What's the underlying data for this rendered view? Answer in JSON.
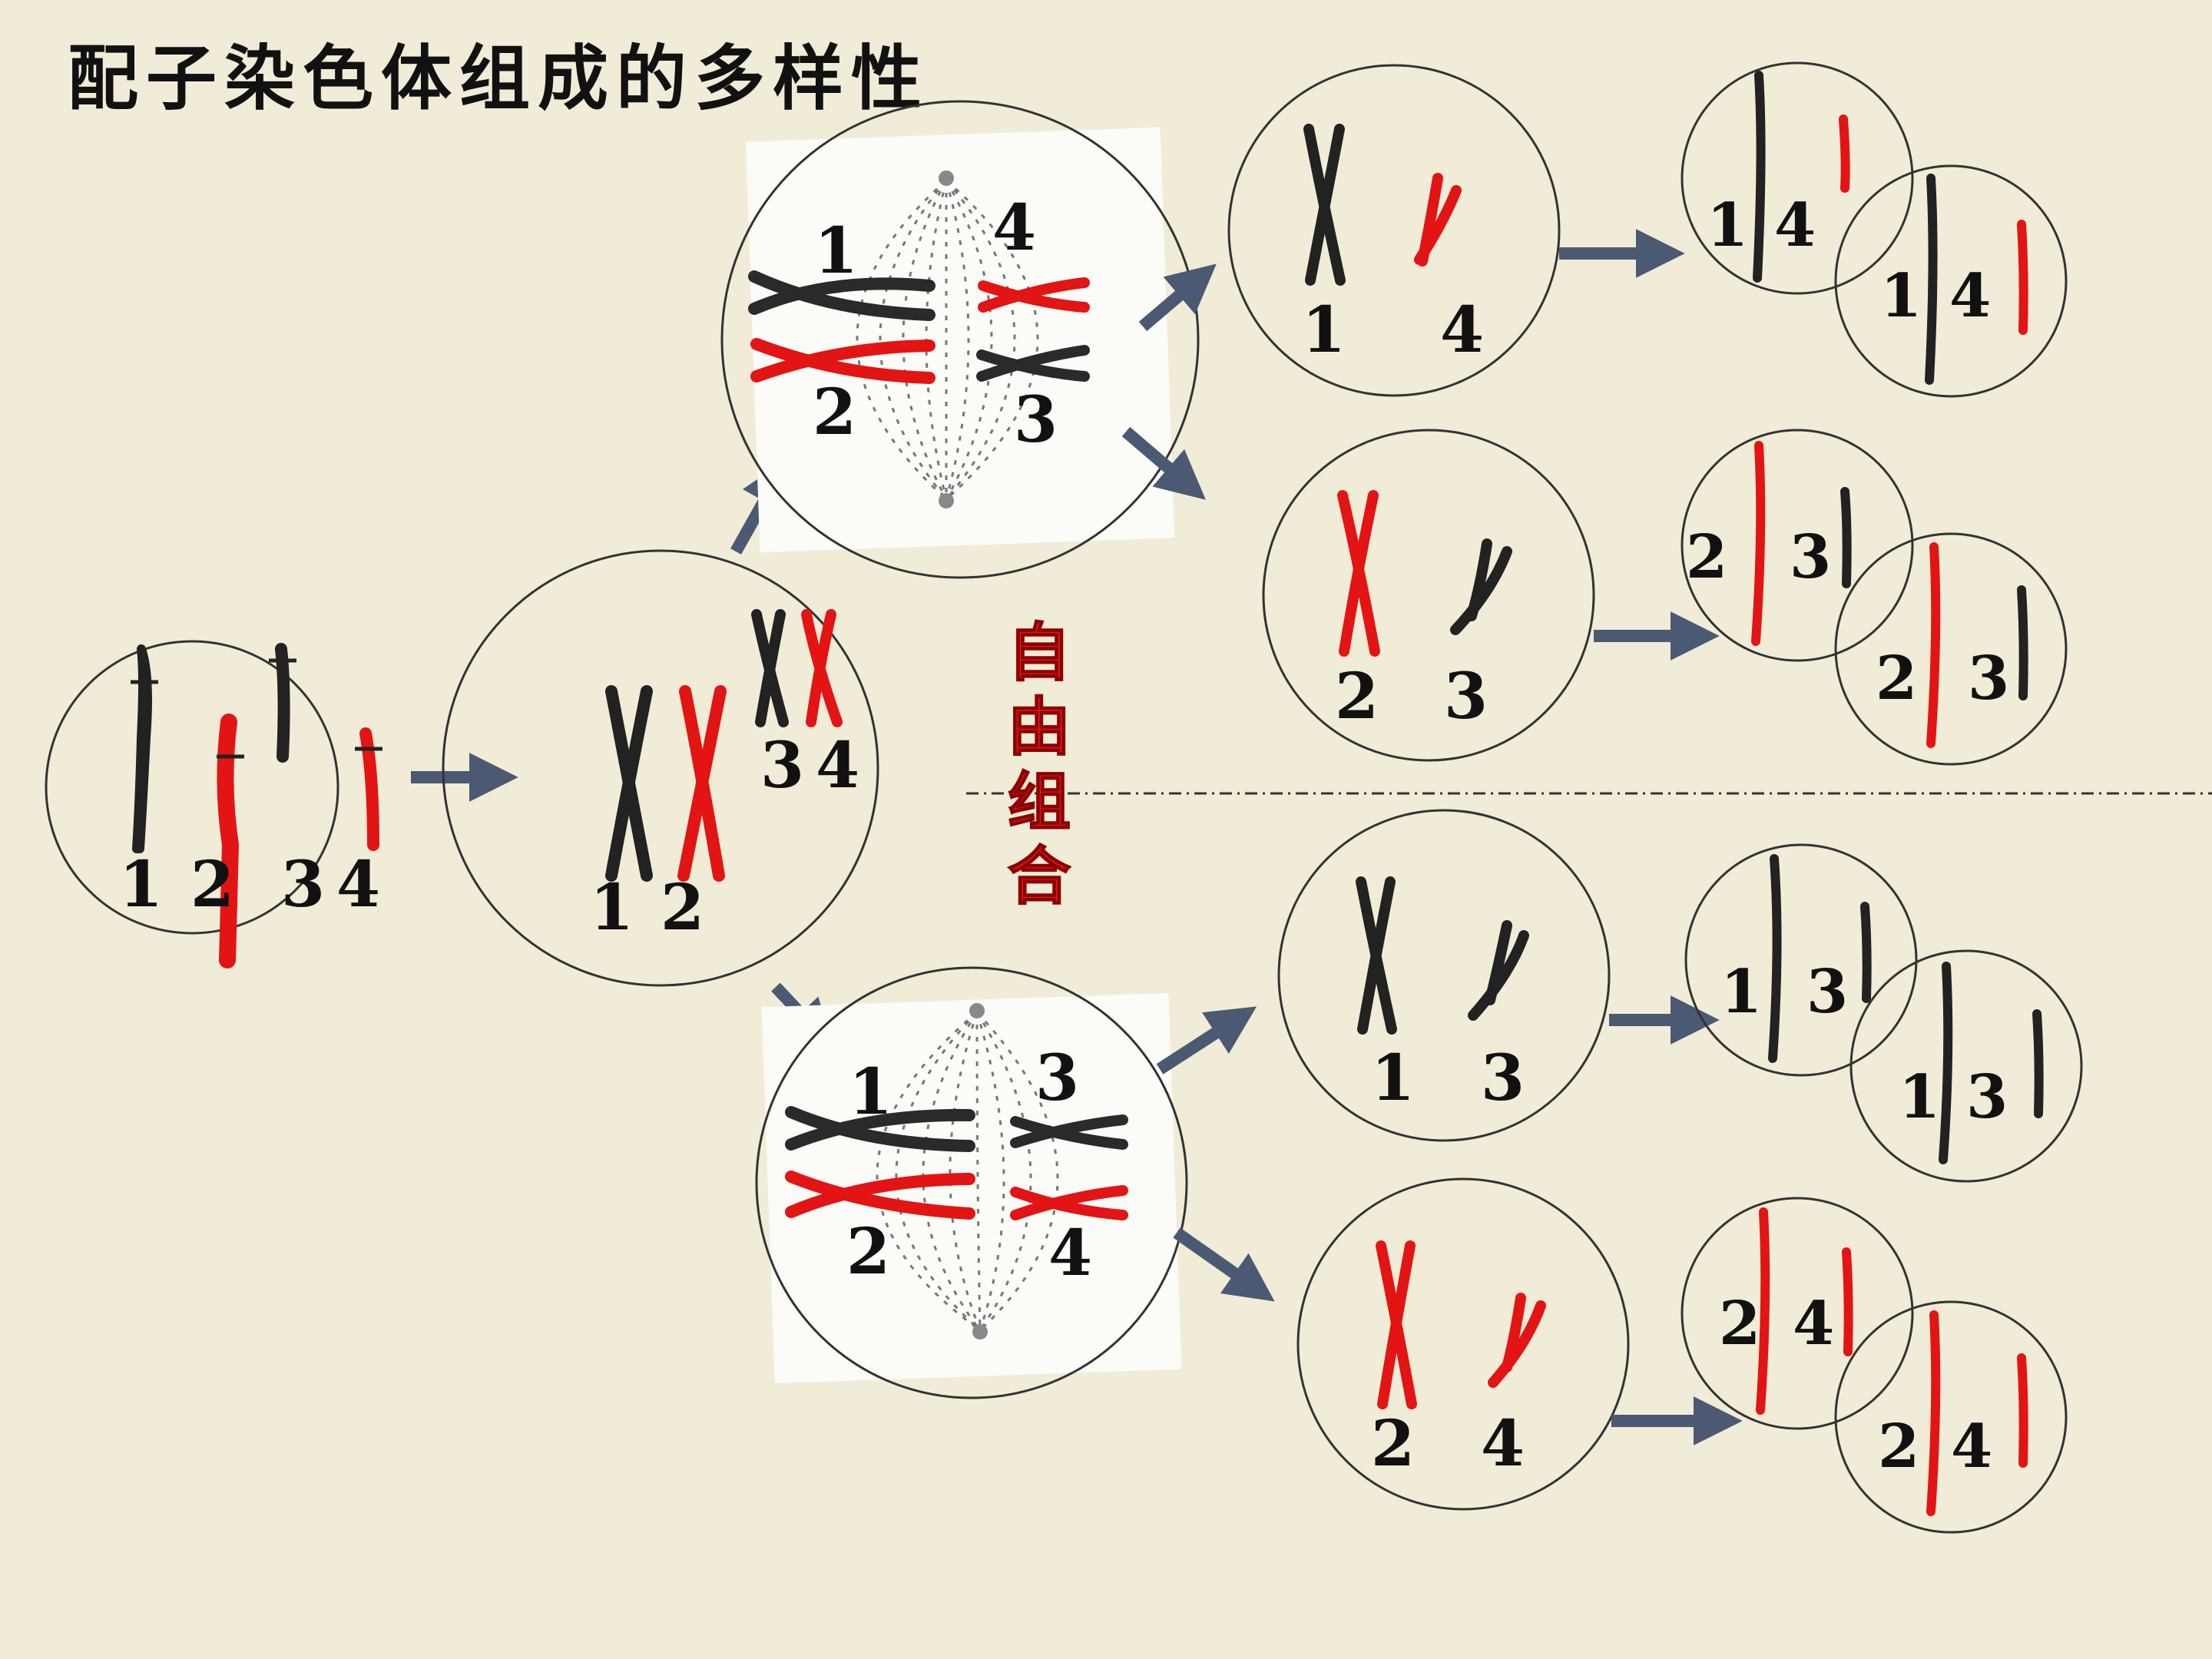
{
  "title": "配子染色体组成的多样性",
  "side_label": [
    "自",
    "由",
    "组",
    "合"
  ],
  "colors": {
    "background": "#f1ecd7",
    "black_chromosome": "#222222",
    "red_chromosome": "#e31414",
    "arrow": "#4b5a72",
    "cell_outline": "#333333"
  },
  "cells": {
    "original": {
      "labels": [
        "1",
        "2",
        "3",
        "4"
      ]
    },
    "replicated": {
      "labels": [
        "1",
        "2",
        "3",
        "4"
      ]
    },
    "metaphase_top": {
      "labels": [
        "1",
        "4",
        "2",
        "3"
      ]
    },
    "metaphase_bottom": {
      "labels": [
        "1",
        "3",
        "2",
        "4"
      ]
    },
    "secondary": [
      {
        "labels": [
          "1",
          "4"
        ]
      },
      {
        "labels": [
          "2",
          "3"
        ]
      },
      {
        "labels": [
          "1",
          "3"
        ]
      },
      {
        "labels": [
          "2",
          "4"
        ]
      }
    ],
    "gametes": [
      {
        "labels": [
          "1",
          "4"
        ]
      },
      {
        "labels": [
          "1",
          "4"
        ]
      },
      {
        "labels": [
          "2",
          "3"
        ]
      },
      {
        "labels": [
          "2",
          "3"
        ]
      },
      {
        "labels": [
          "1",
          "3"
        ]
      },
      {
        "labels": [
          "1",
          "3"
        ]
      },
      {
        "labels": [
          "2",
          "4"
        ]
      },
      {
        "labels": [
          "2",
          "4"
        ]
      }
    ]
  }
}
